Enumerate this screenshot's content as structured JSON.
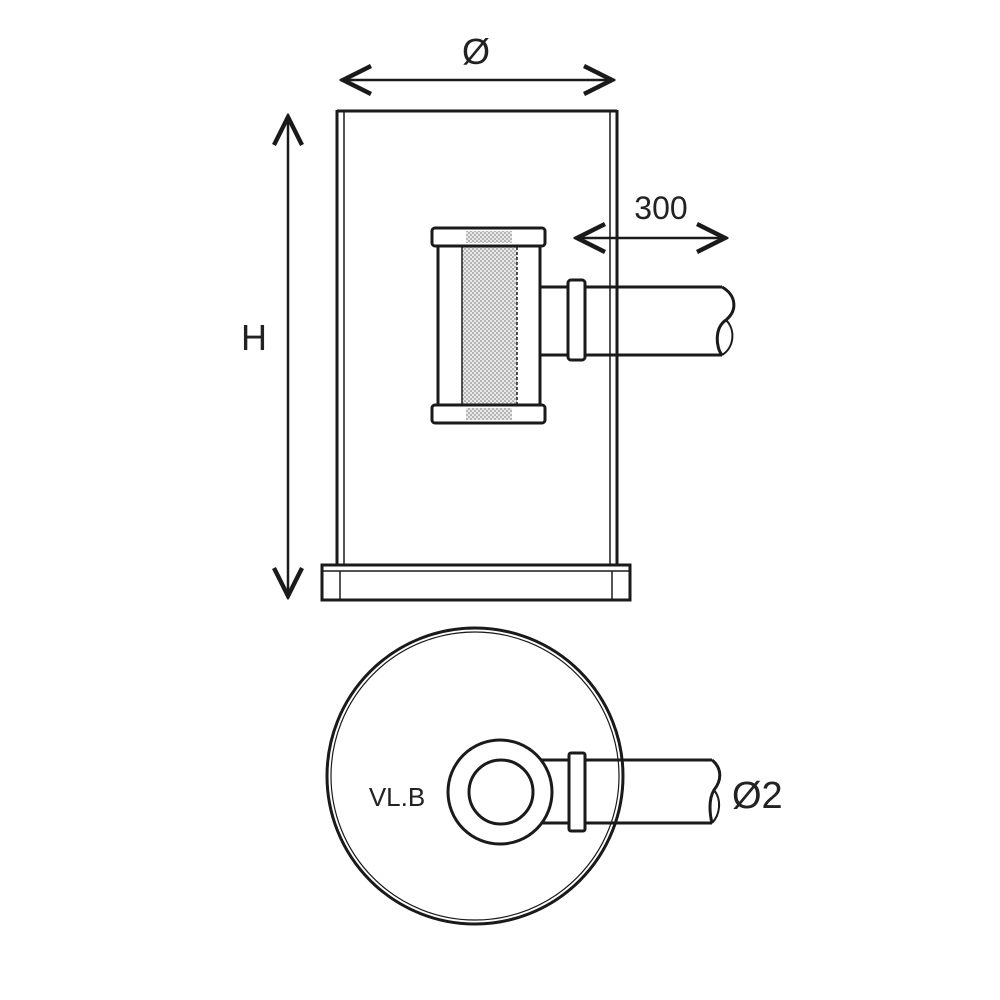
{
  "labels": {
    "diameter": "Ø",
    "height": "H",
    "pipe_offset": "300",
    "model": "VL.B",
    "pipe_diameter": "Ø2"
  },
  "colors": {
    "line": "#1a1a1a",
    "hatch": "#bdbdbd"
  }
}
